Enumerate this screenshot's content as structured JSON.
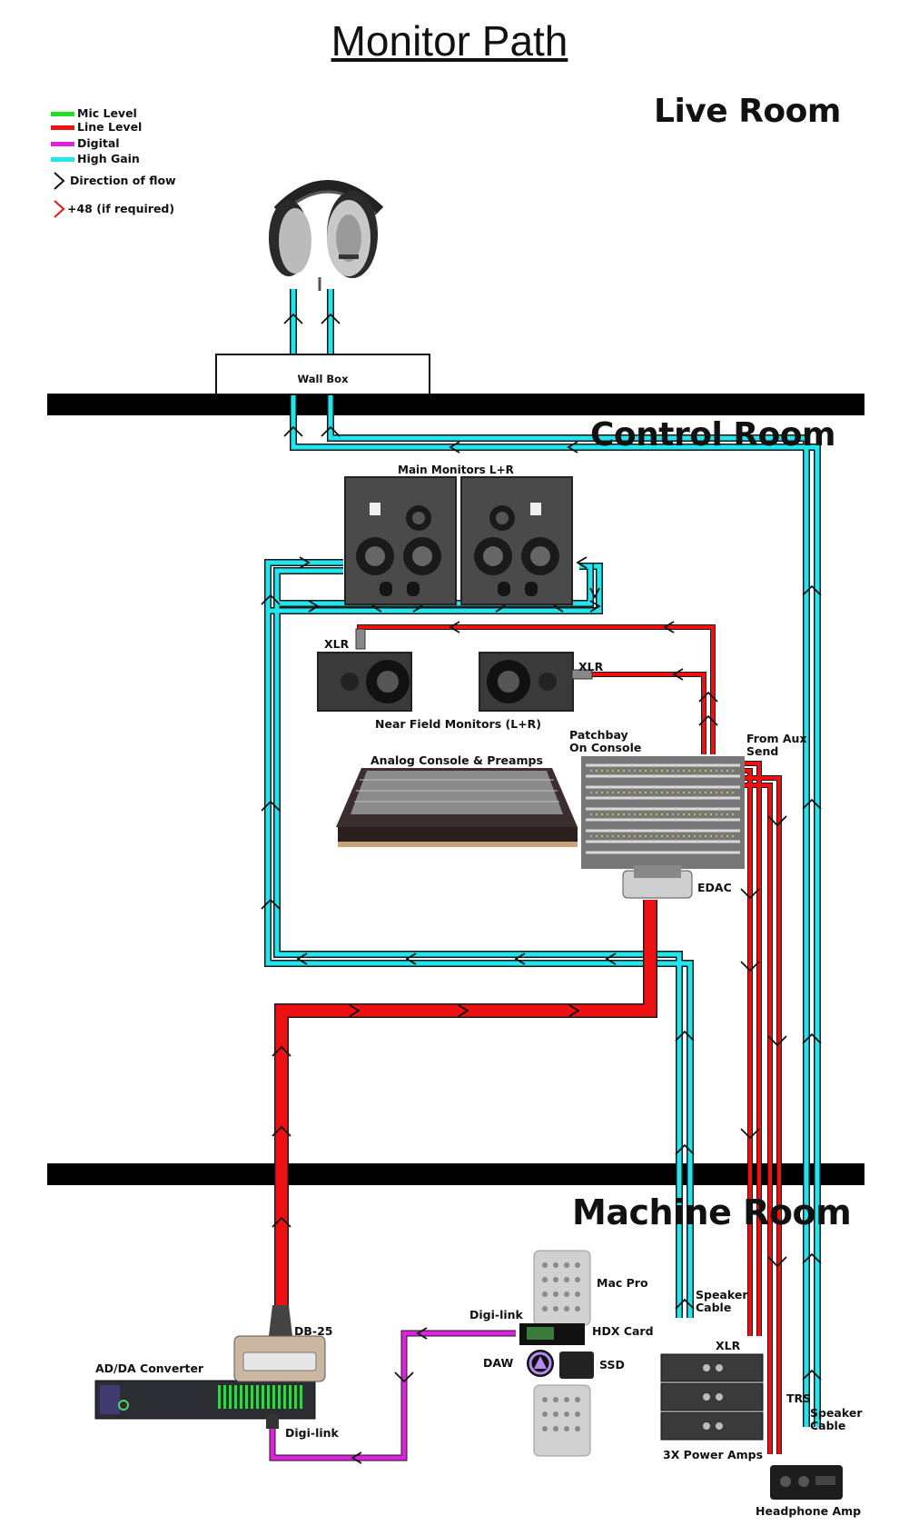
{
  "title": "Monitor Path",
  "rooms": {
    "live": "Live Room",
    "control": "Control Room",
    "machine": "Machine Room"
  },
  "legend": [
    {
      "label": "Mic Level",
      "color": "#22dd22"
    },
    {
      "label": "Line Level",
      "color": "#ee1111"
    },
    {
      "label": "Digital",
      "color": "#dd22dd"
    },
    {
      "label": "High Gain",
      "color": "#22e5ee"
    }
  ],
  "legend_symbols": {
    "direction": "Direction of flow",
    "phantom": "+48 (if required)"
  },
  "labels": {
    "wall_box": "Wall Box",
    "main_monitors": "Main Monitors L+R",
    "xlr_left": "XLR",
    "xlr_right": "XLR",
    "near_field": "Near Field Monitors (L+R)",
    "patchbay": "Patchbay\nOn Console",
    "from_aux": "From Aux\nSend",
    "analog_console": "Analog Console & Preamps",
    "edac": "EDAC",
    "db25": "DB-25",
    "ad_da": "AD/DA Converter",
    "digi_link_bottom": "Digi-link",
    "digi_link_top": "Digi-link",
    "mac_pro": "Mac Pro",
    "hdx": "HDX Card",
    "daw": "DAW",
    "ssd": "SSD",
    "speaker_cable_1": "Speaker\nCable",
    "xlr_amp": "XLR",
    "trs": "TRS",
    "speaker_cable_2": "Speaker\nCable",
    "power_amps": "3X Power Amps",
    "headphone_amp": "Headphone Amp"
  },
  "colors": {
    "cyan": "#22e5ee",
    "red": "#ee1111",
    "magenta": "#dd22dd",
    "green": "#22dd22",
    "wall": "#000000"
  }
}
